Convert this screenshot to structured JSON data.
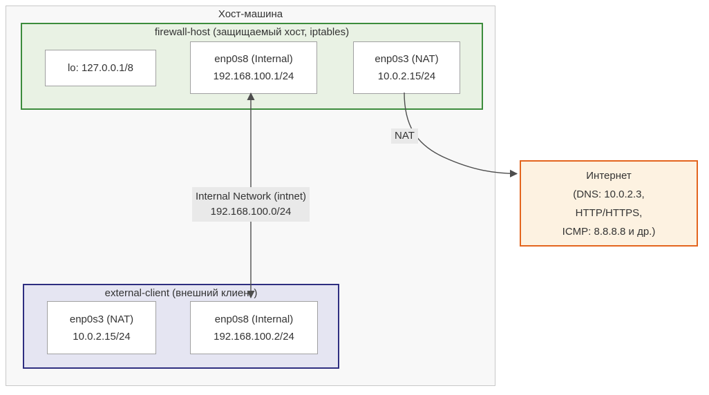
{
  "diagram": {
    "host": {
      "title": "Хост-машина"
    },
    "firewall": {
      "title": "firewall-host (защищаемый хост, iptables)",
      "nodes": {
        "lo": {
          "line1": "lo: 127.0.0.1/8"
        },
        "enp0s8": {
          "line1": "enp0s8 (Internal)",
          "line2": "192.168.100.1/24"
        },
        "enp0s3": {
          "line1": "enp0s3 (NAT)",
          "line2": "10.0.2.15/24"
        }
      }
    },
    "external": {
      "title": "external-client (внешний клиент)",
      "nodes": {
        "enp0s3": {
          "line1": "enp0s3 (NAT)",
          "line2": "10.0.2.15/24"
        },
        "enp0s8": {
          "line1": "enp0s8 (Internal)",
          "line2": "192.168.100.2/24"
        }
      }
    },
    "internet": {
      "line1": "Интернет",
      "line2": "(DNS: 10.0.2.3,",
      "line3": "HTTP/HTTPS,",
      "line4": "ICMP: 8.8.8.8 и др.)"
    },
    "edges": {
      "internal_network": {
        "label_line1": "Internal Network (intnet)",
        "label_line2": "192.168.100.0/24"
      },
      "nat": {
        "label": "NAT"
      }
    },
    "colors": {
      "host_fill": "#f8f8f8",
      "host_border": "#c8c8c8",
      "firewall_fill": "#e9f2e4",
      "firewall_border": "#3c8c3c",
      "external_fill": "#e5e5f2",
      "external_border": "#2e2e80",
      "internet_fill": "#fdf2e1",
      "internet_border": "#e3641d",
      "node_border": "#a0a0a0",
      "node_fill": "#ffffff",
      "edge_color": "#4d4d4d",
      "label_bg": "#e9e9e9",
      "text_color": "#333333"
    }
  }
}
